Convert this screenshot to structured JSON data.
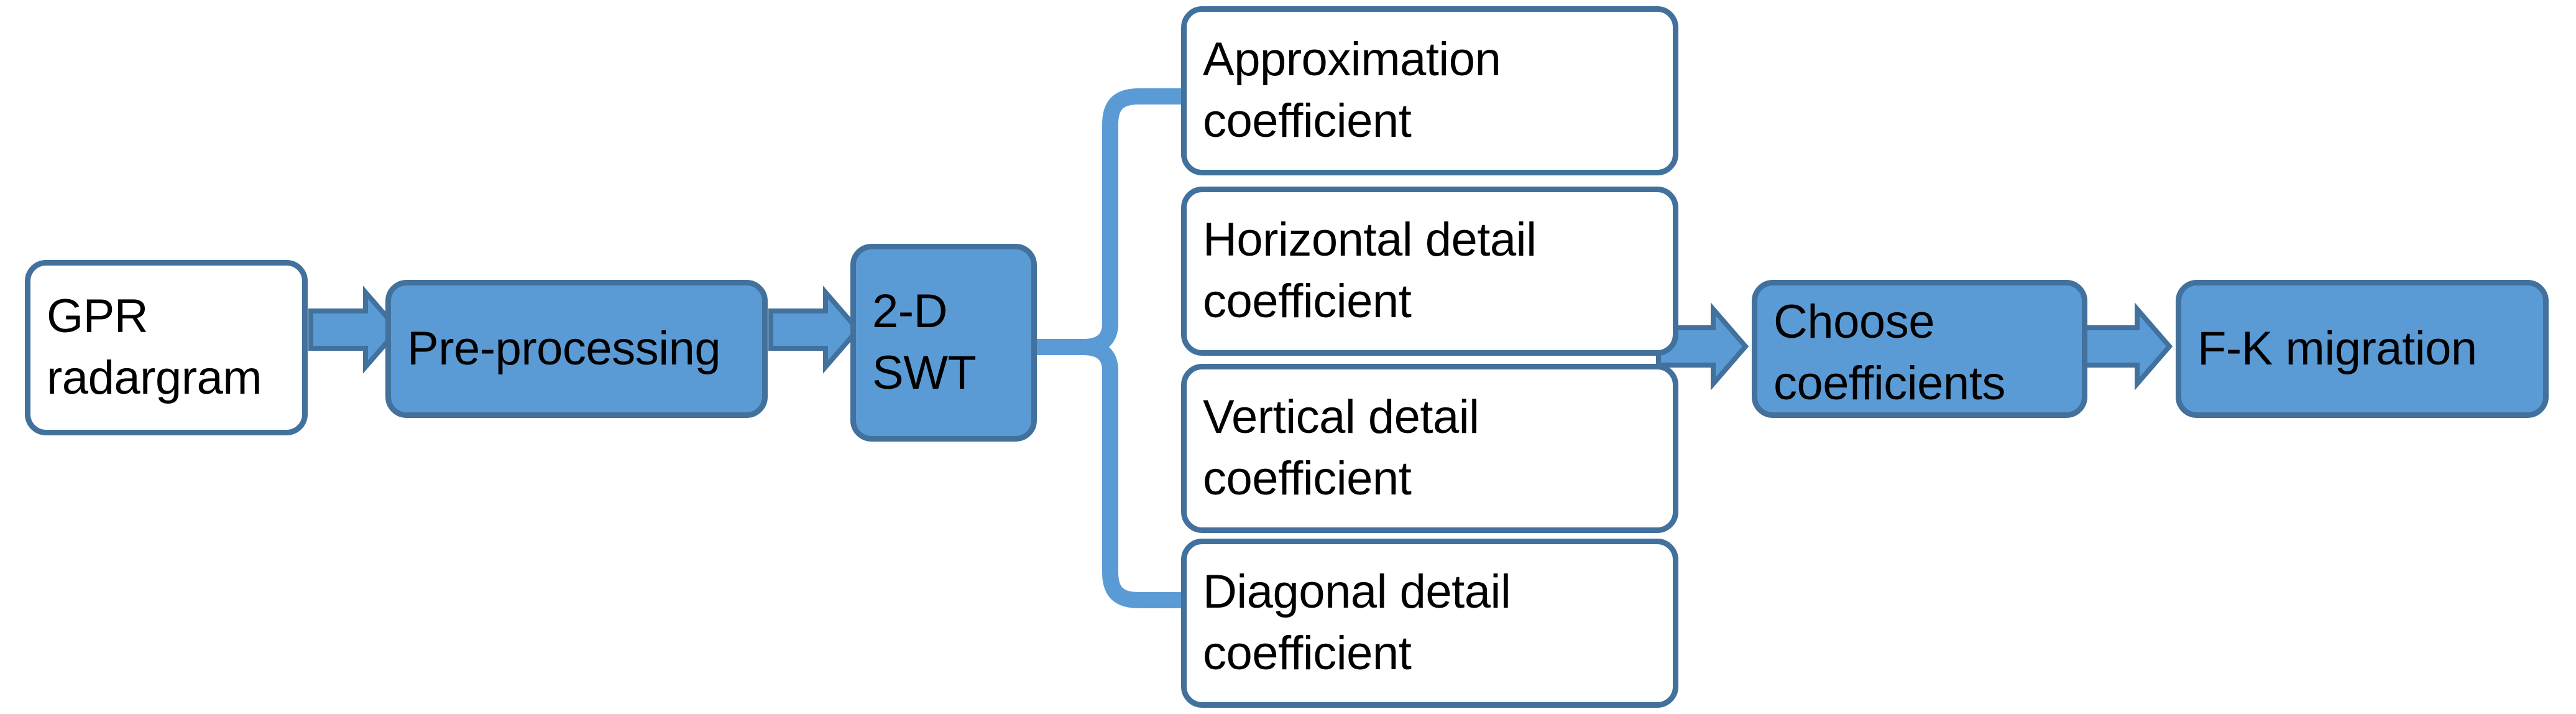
{
  "diagram": {
    "title": "GPR radargram 2-D SWT processing flowchart",
    "colors": {
      "fill_blue": "#5B9BD5",
      "border_blue": "#41719C",
      "white": "#FFFFFF",
      "text": "#000000"
    },
    "nodes": {
      "gpr_radargram": "GPR\nradargram",
      "pre_processing": "Pre-processing",
      "swt": "2-D\nSWT",
      "approximation_coefficient": "Approximation\ncoefficient",
      "horizontal_detail_coefficient": "Horizontal detail\ncoefficient",
      "vertical_detail_coefficient": "Vertical detail\ncoefficient",
      "diagonal_detail_coefficient": "Diagonal detail\ncoefficient",
      "choose_coefficients": "Choose\ncoefficients",
      "fk_migration": "F-K migration"
    },
    "connectors": [
      {
        "name": "arrow-gpr-to-preprocessing",
        "type": "block-arrow",
        "direction": "right"
      },
      {
        "name": "arrow-preprocessing-to-swt",
        "type": "block-arrow",
        "direction": "right"
      },
      {
        "name": "brace-swt-to-coefficients",
        "type": "curly-brace",
        "branches": 4
      },
      {
        "name": "arrow-coefficients-to-choose",
        "type": "block-arrow",
        "direction": "right"
      },
      {
        "name": "arrow-choose-to-fkmigration",
        "type": "block-arrow",
        "direction": "right"
      }
    ]
  }
}
